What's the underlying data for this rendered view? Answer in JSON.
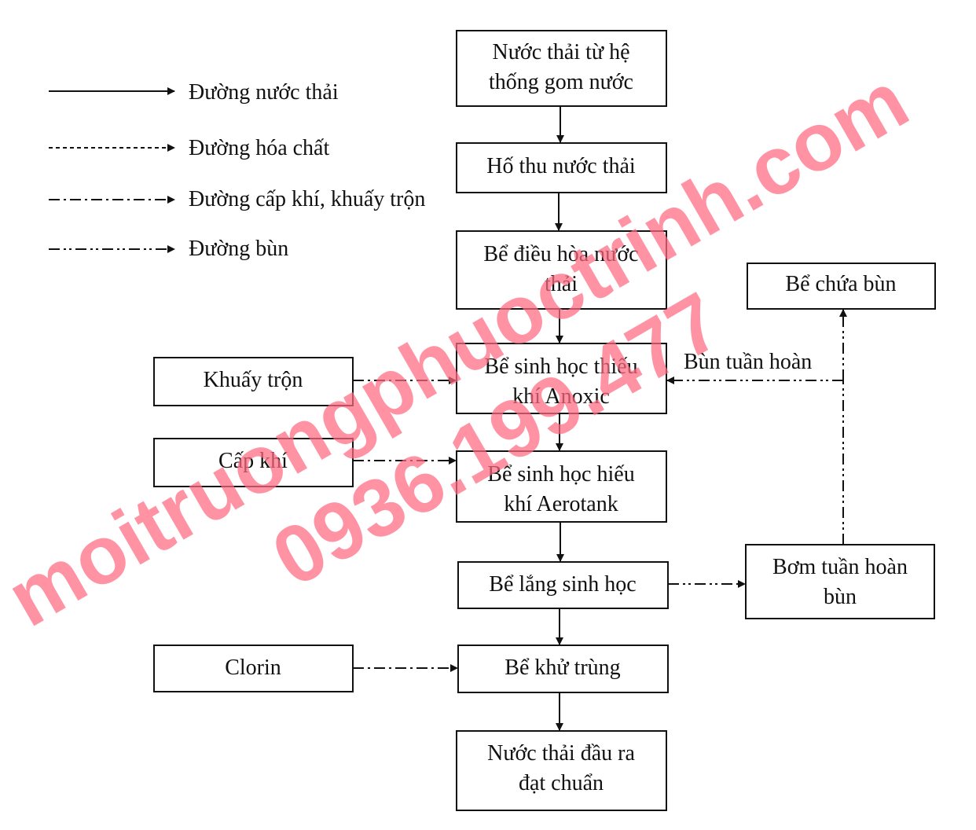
{
  "legend": {
    "wastewater_line": "Đường nước thải",
    "chemical_line": "Đường hóa chất",
    "air_mixing_line": "Đường cấp khí, khuấy trộn",
    "sludge_line": "Đường bùn"
  },
  "boxes": {
    "inlet": [
      "Nước thải từ hệ",
      "thống gom nước"
    ],
    "collection_pit": [
      "Hố thu nước thải"
    ],
    "equalization_tank": [
      "Bể điều hòa nước",
      "thải"
    ],
    "anoxic_tank": [
      "Bể sinh học thiếu",
      "khí Anoxic"
    ],
    "aerotank": [
      "Bể sinh học hiếu",
      "khí Aerotank"
    ],
    "settling_tank": [
      "Bể lắng sinh học"
    ],
    "disinfection_tank": [
      "Bể khử trùng"
    ],
    "outlet": [
      "Nước thải đầu ra",
      "đạt chuẩn"
    ],
    "mixing": [
      "Khuấy trộn"
    ],
    "air_supply": [
      "Cấp khí"
    ],
    "chlorine": [
      "Clorin"
    ],
    "sludge_tank": [
      "Bể chứa bùn"
    ],
    "sludge_pump": [
      "Bơm tuần hoàn",
      "bùn"
    ]
  },
  "labels": {
    "sludge_recirculation": "Bùn tuần hoàn"
  },
  "watermark": {
    "site": "moitruongphuoctrinh.com",
    "phone": "0936.199.477",
    "color": "#ff6a80"
  }
}
